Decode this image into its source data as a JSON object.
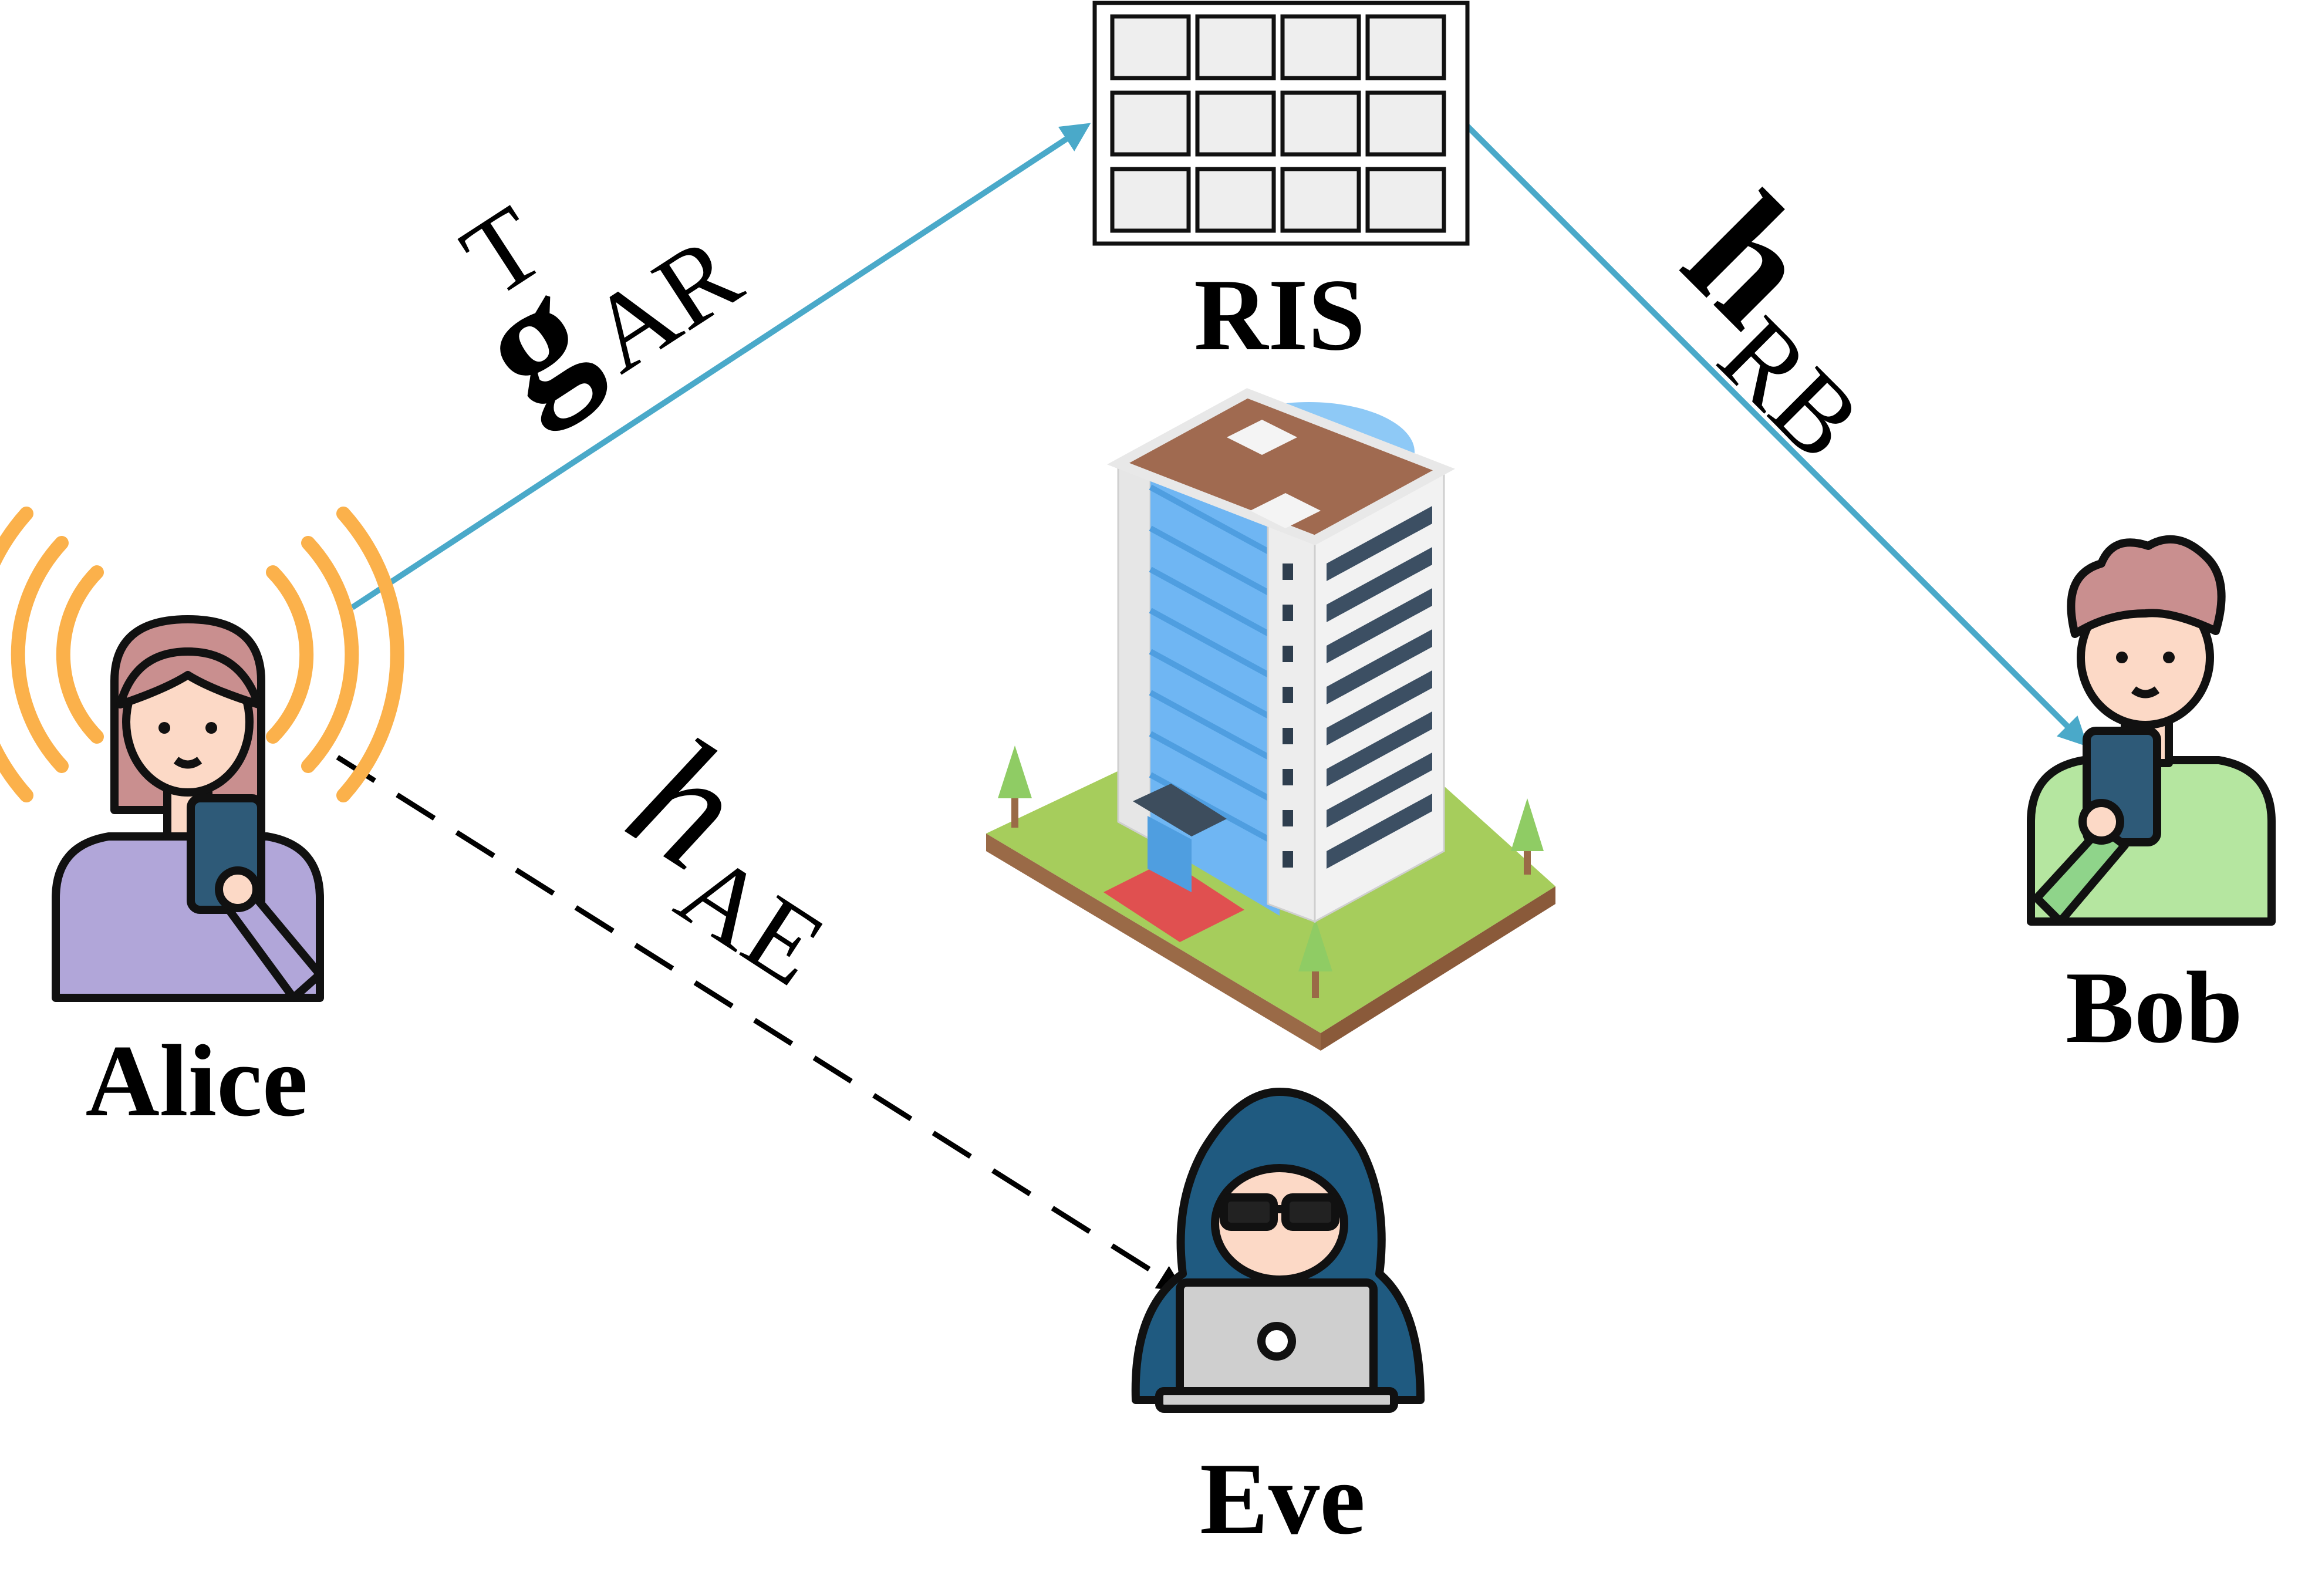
{
  "nodes": {
    "alice": "Alice",
    "bob": "Bob",
    "eve": "Eve",
    "ris": "RIS"
  },
  "channels": {
    "g_ar": {
      "base": "g",
      "sup": "T",
      "sub": "AR"
    },
    "h_rb": {
      "base": "h",
      "sub": "RB"
    },
    "h_ae": {
      "base": "h",
      "sub": "AE"
    }
  },
  "colors": {
    "link": "#4aa9c9",
    "signal": "#fbb14b",
    "ris_cell": "#eeeeee",
    "alice_shirt": "#b1a6d9",
    "alice_hair": "#c98f8f",
    "bob_shirt": "#b5e6a0",
    "bob_hair": "#c98f8f",
    "eve_hood": "#1f5a80",
    "skin": "#fcd9c6",
    "phone": "#2e5a78",
    "laptop": "#cfcfcf",
    "building_glass": "#6fb6f3",
    "roof": "#a06a50",
    "grass": "#a6cd5c",
    "soil": "#9a6a47",
    "carpet": "#e05050",
    "tree": "#8fcc64"
  },
  "icons": [
    "ris-panel-icon",
    "building-icon",
    "alice-person-icon",
    "bob-person-icon",
    "eve-hacker-icon",
    "signal-waves-icon"
  ]
}
